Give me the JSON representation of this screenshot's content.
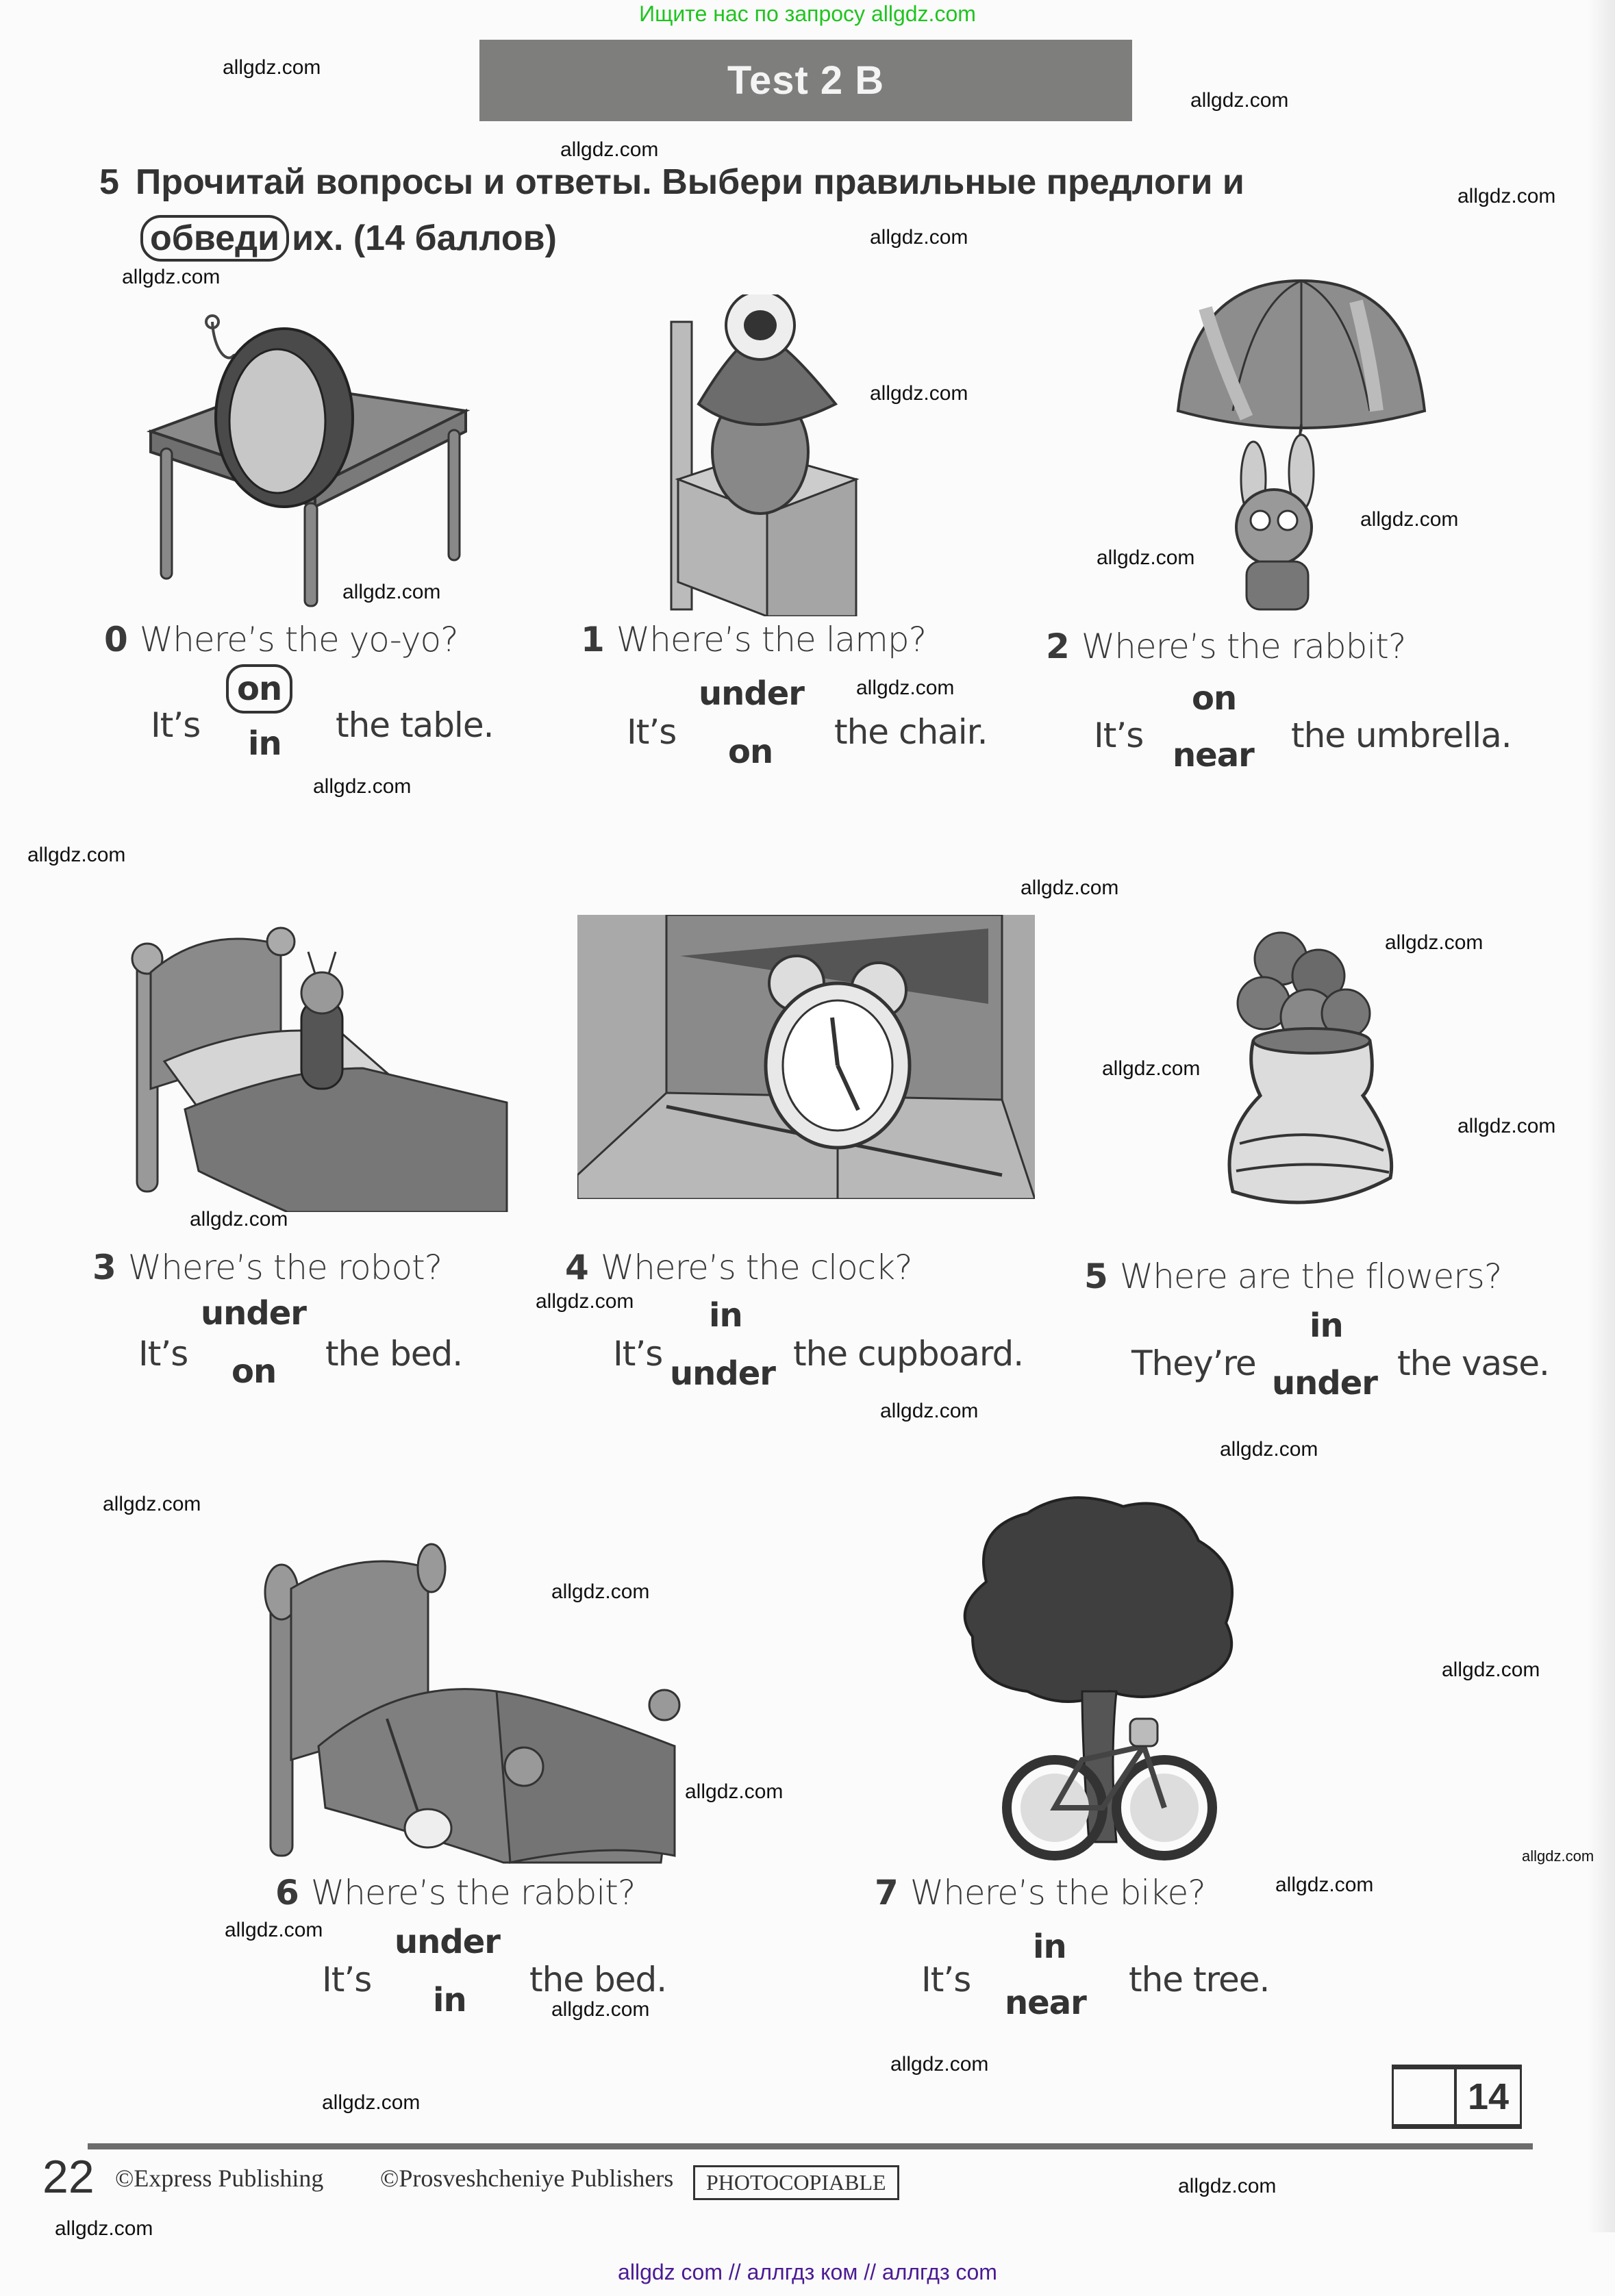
{
  "banner_top": "Ищите нас по запросу allgdz.com",
  "title": "Test 2 B",
  "instruction": {
    "number": "5",
    "line1": "Прочитай вопросы и ответы. Выбери правильные предлоги и",
    "circled_word": "обведи",
    "line2_rest": "их. (14 баллов)"
  },
  "questions": [
    {
      "number": "0",
      "question": "Where’s the yo-yo?",
      "lead": "It’s",
      "option_top": "on",
      "option_bottom": "in",
      "tail": "the table.",
      "circled": "on",
      "picture": "yo-yo-on-table"
    },
    {
      "number": "1",
      "question": "Where’s the lamp?",
      "lead": "It’s",
      "option_top": "under",
      "option_bottom": "on",
      "tail": "the chair.",
      "picture": "lamp-on-chair"
    },
    {
      "number": "2",
      "question": "Where’s the rabbit?",
      "lead": "It’s",
      "option_top": "on",
      "option_bottom": "near",
      "tail": "the umbrella.",
      "picture": "rabbit-under-umbrella"
    },
    {
      "number": "3",
      "question": "Where’s the robot?",
      "lead": "It’s",
      "option_top": "under",
      "option_bottom": "on",
      "tail": "the bed.",
      "picture": "robot-on-bed"
    },
    {
      "number": "4",
      "question": "Where’s the clock?",
      "lead": "It’s",
      "option_top": "in",
      "option_bottom": "under",
      "tail": "the cupboard.",
      "picture": "clock-in-cupboard"
    },
    {
      "number": "5",
      "question": "Where are the flowers?",
      "lead": "They’re",
      "option_top": "in",
      "option_bottom": "under",
      "tail": "the vase.",
      "picture": "flowers-in-vase"
    },
    {
      "number": "6",
      "question": "Where’s the rabbit?",
      "lead": "It’s",
      "option_top": "under",
      "option_bottom": "in",
      "tail": "the bed.",
      "picture": "rabbit-in-bed"
    },
    {
      "number": "7",
      "question": "Where’s the bike?",
      "lead": "It’s",
      "option_top": "in",
      "option_bottom": "near",
      "tail": "the tree.",
      "picture": "bike-near-tree"
    }
  ],
  "score": {
    "earned": "",
    "max": "14"
  },
  "footer": {
    "page_number": "22",
    "copyright1": "©Express Publishing",
    "copyright2": "©Prosveshcheniye Publishers",
    "badge": "PHOTOCOPIABLE"
  },
  "watermark": "allgdz.com",
  "banner_bottom": "allgdz com  //  аллгдз ком  //  аллгдз com"
}
